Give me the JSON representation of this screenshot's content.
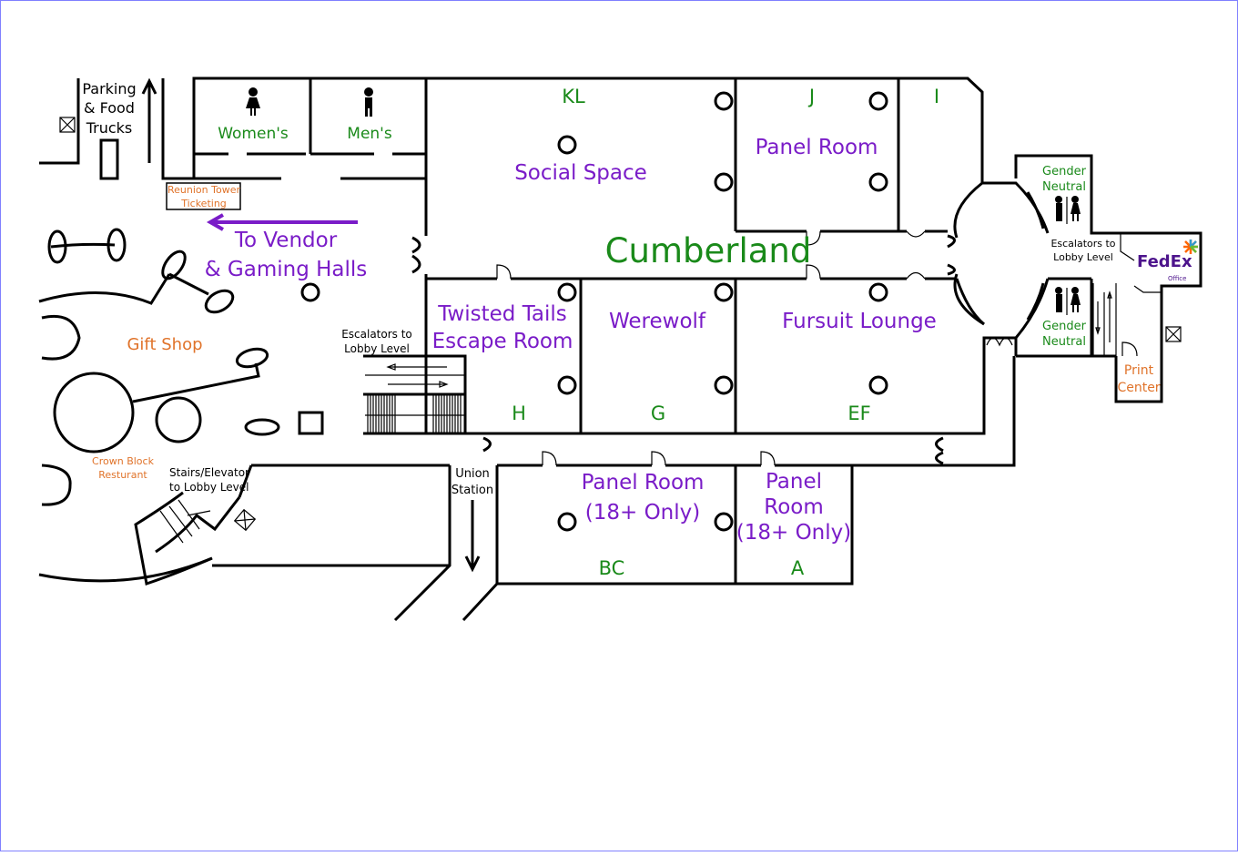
{
  "colors": {
    "room_label": "#1a8a1a",
    "venue_label": "#7a1cc8",
    "shop_label": "#e0732a",
    "walls": "#000000",
    "border": "#8080ff"
  },
  "labels": {
    "parking": [
      "Parking",
      "& Food",
      "Trucks"
    ],
    "womens": "Women's",
    "mens": "Men's",
    "reunion": [
      "Reunion Tower",
      "Ticketing"
    ],
    "to_vendor": [
      "To Vendor",
      "& Gaming Halls"
    ],
    "gift_shop": "Gift Shop",
    "crown_block": [
      "Crown Block",
      "Resturant"
    ],
    "stairs": [
      "Stairs/Elevator",
      "to Lobby Level"
    ],
    "escalators_left": [
      "Escalators to",
      "Lobby Level"
    ],
    "escalators_right": [
      "Escalators to",
      "Lobby Level"
    ],
    "union": [
      "Union",
      "Station"
    ],
    "kl": "KL",
    "j": "J",
    "i": "I",
    "h": "H",
    "g": "G",
    "ef": "EF",
    "bc": "BC",
    "a": "A",
    "social": "Social Space",
    "panel_j": "Panel Room",
    "cumberland": "Cumberland",
    "twisted": [
      "Twisted Tails",
      "Escape Room"
    ],
    "werewolf": "Werewolf",
    "fursuit": "Fursuit Lounge",
    "panel_bc": [
      "Panel Room",
      "(18+ Only)"
    ],
    "panel_a": [
      "Panel",
      "Room",
      "(18+ Only)"
    ],
    "gender_top": [
      "Gender",
      "Neutral"
    ],
    "gender_bottom": [
      "Gender",
      "Neutral"
    ],
    "print": [
      "Print",
      "Center"
    ],
    "fedex": {
      "fed": "Fed",
      "ex": "Ex",
      "office": "Office"
    }
  },
  "icons": [
    "womens-restroom-icon",
    "mens-restroom-icon",
    "gender-neutral-restroom-icon",
    "elevator-icon",
    "fedex-logo",
    "direction-arrow-icon",
    "escalator-icon",
    "stairs-icon"
  ]
}
